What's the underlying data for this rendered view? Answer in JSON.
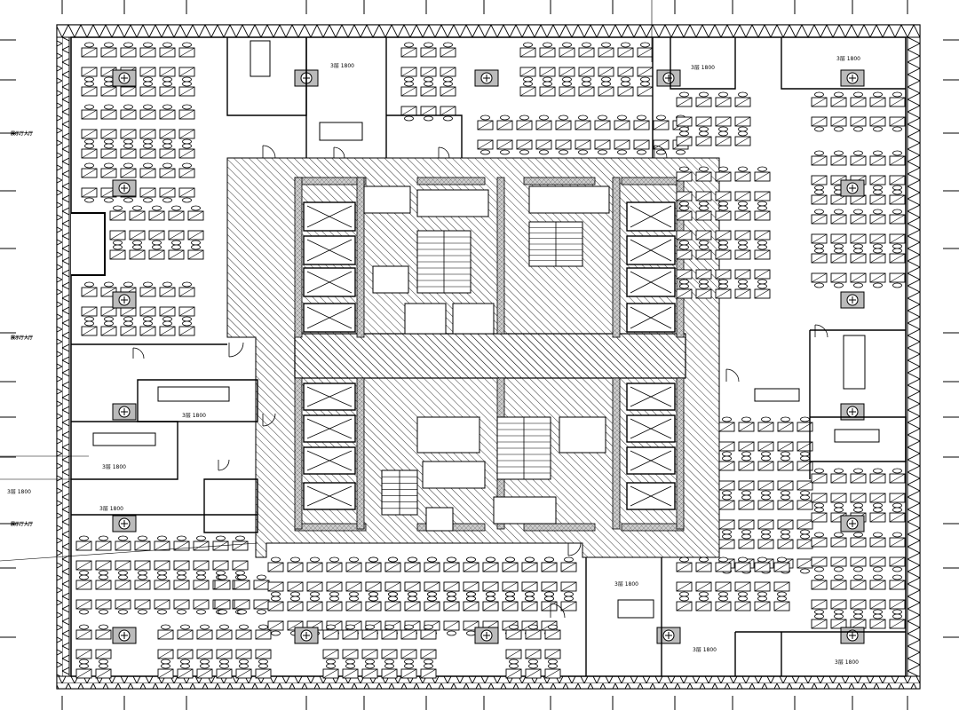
{
  "diagram": {
    "kind": "architectural office floor plan",
    "colors": {
      "line": "#000000",
      "background": "#ffffff",
      "hatch": "#000000",
      "core_fill": "#bdbdbd"
    },
    "edge_tags": [
      "展示厅大厅",
      "展示厅大厅",
      "展示厅大厅"
    ],
    "room_labels": [
      "3层 1800",
      "3层 1800",
      "3层 1800",
      "3层 1800",
      "3层 1800",
      "3层 1800",
      "3层 1800",
      "3层 1800",
      "3层 1800",
      "3层 1800"
    ],
    "icons": [
      "column-plus-icon",
      "workstation-cluster-icon",
      "conference-table-icon",
      "door-swing-icon",
      "elevator-x-icon",
      "stair-icon"
    ]
  }
}
